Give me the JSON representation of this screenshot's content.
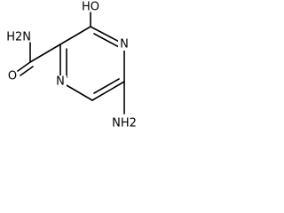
{
  "molecule": {
    "atoms": {
      "ring_n_top": "N",
      "ring_n_bottom": "N",
      "hydroxyl": "HO",
      "amide_n": "H2N",
      "carbonyl_o": "O",
      "amino": "NH2"
    }
  }
}
